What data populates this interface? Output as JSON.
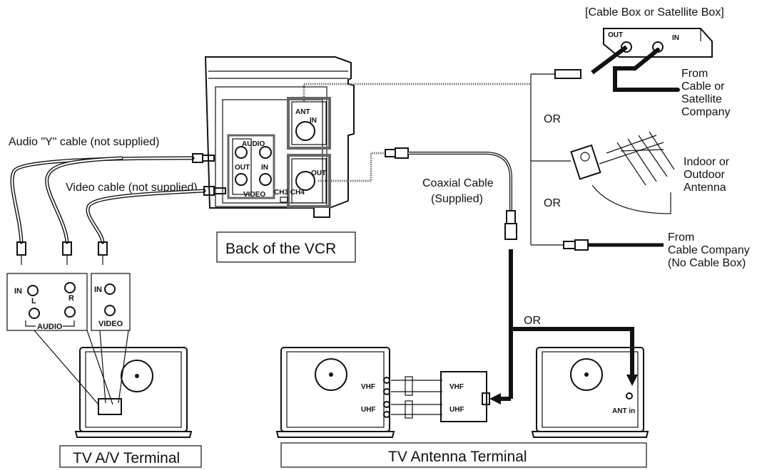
{
  "labels": {
    "cable_box_title": "[Cable Box or Satellite Box]",
    "box_out": "OUT",
    "box_in": "IN",
    "from_cable_sat": [
      "From",
      "Cable or",
      "Satellite",
      "Company"
    ],
    "or_1": "OR",
    "antenna": [
      "Indoor or",
      "Outdoor",
      "Antenna"
    ],
    "or_2": "OR",
    "from_cable_nobox": [
      "From",
      "Cable Company",
      "(No Cable Box)"
    ],
    "audio_y_cable": "Audio \"Y\" cable (not supplied)",
    "video_cable": "Video cable (not supplied)",
    "coaxial": [
      "Coaxial Cable",
      "(Supplied)"
    ],
    "or_3": "OR",
    "back_of_vcr": "Back of the VCR",
    "vcr_ant": "ANT",
    "vcr_ant_in": "IN",
    "vcr_audio": "AUDIO",
    "vcr_out": "OUT",
    "vcr_in": "IN",
    "vcr_video": "VIDEO",
    "vcr_ant_out": "OUT",
    "vcr_ch": "CH3 CH4",
    "av_in": "IN",
    "av_l": "L",
    "av_r": "R",
    "av_audio": "AUDIO",
    "av_video_in": "IN",
    "av_video": "VIDEO",
    "vhf_tv": "VHF",
    "uhf_tv": "UHF",
    "vhf_split": "VHF",
    "uhf_split": "UHF",
    "ant_in": "ANT in",
    "tv_av_terminal": "TV A/V Terminal",
    "tv_antenna_terminal": "TV Antenna Terminal"
  }
}
